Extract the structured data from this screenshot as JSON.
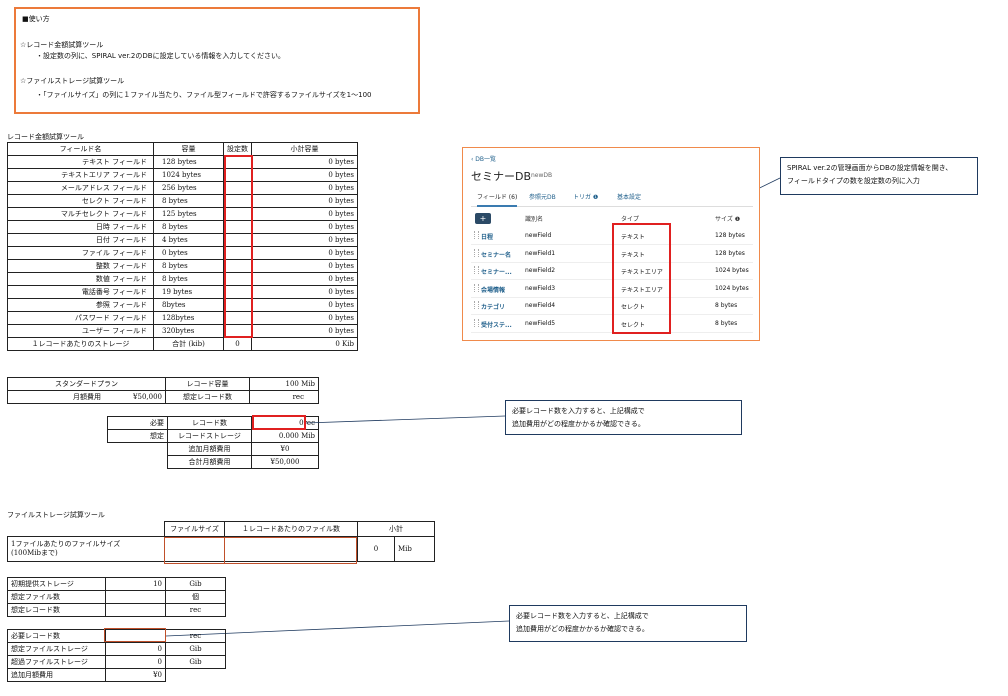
{
  "howto": {
    "heading": "■使い方",
    "rec_title": "☆レコード金額試算ツール",
    "rec_desc": "・設定数の列に、SPIRAL ver.2のDBに設定している情報を入力してください。",
    "file_title": "☆ファイルストレージ試算ツール",
    "file_desc": "・「ファイルサイズ」の列に１ファイル当たり、ファイル型フィールドで許容するファイルサイズを1～100"
  },
  "record_tool": {
    "title": "レコード金額試算ツール",
    "headers": [
      "フィールド名",
      "容量",
      "設定数",
      "小計容量"
    ],
    "rows": [
      {
        "name": "テキスト フィールド",
        "size": "128 bytes",
        "subtotal": "0 bytes"
      },
      {
        "name": "テキストエリア フィールド",
        "size": "1024 bytes",
        "subtotal": "0 bytes"
      },
      {
        "name": "メールアドレス フィールド",
        "size": "256 bytes",
        "subtotal": "0 bytes"
      },
      {
        "name": "セレクト フィールド",
        "size": "8 bytes",
        "subtotal": "0 bytes"
      },
      {
        "name": "マルチセレクト フィールド",
        "size": "125 bytes",
        "subtotal": "0 bytes"
      },
      {
        "name": "日時 フィールド",
        "size": "8 bytes",
        "subtotal": "0 bytes"
      },
      {
        "name": "日付 フィールド",
        "size": "4 bytes",
        "subtotal": "0 bytes"
      },
      {
        "name": "ファイル フィールド",
        "size": "0 bytes",
        "subtotal": "0 bytes"
      },
      {
        "name": "整数 フィールド",
        "size": "8 bytes",
        "subtotal": "0 bytes"
      },
      {
        "name": "数値 フィールド",
        "size": "8 bytes",
        "subtotal": "0 bytes"
      },
      {
        "name": "電話番号 フィールド",
        "size": "19 bytes",
        "subtotal": "0 bytes"
      },
      {
        "name": "参照 フィールド",
        "size": "8bytes",
        "subtotal": "0 bytes"
      },
      {
        "name": "パスワード フィールド",
        "size": "128bytes",
        "subtotal": "0 bytes"
      },
      {
        "name": "ユーザー フィールド",
        "size": "320bytes",
        "subtotal": "0 bytes"
      }
    ],
    "footer": {
      "label": "１レコードあたりのストレージ",
      "total_label": "合計 (kib)",
      "count": "0",
      "total": "0 Kib"
    }
  },
  "plan": {
    "name": "スタンダードプラン",
    "capacity_label": "レコード容量",
    "capacity_value": "100",
    "capacity_unit": "Mib",
    "monthly_label": "月額費用",
    "monthly_value": "¥50,000",
    "est_records_label": "想定レコード数",
    "est_records_unit": "rec"
  },
  "need": {
    "need_label": "必要",
    "est_label": "想定",
    "records_label": "レコード数",
    "records_value": "0",
    "records_unit": "rec",
    "storage_label": "レコードストレージ",
    "storage_value": "0.000",
    "storage_unit": "Mib",
    "extra_label": "追加月額費用",
    "extra_value": "¥0",
    "total_label": "合計月額費用",
    "total_value": "¥50,000"
  },
  "callout1": {
    "line1": "必要レコード数を入力すると、上記構成で",
    "line2": "追加費用がどの程度かかるか確認できる。"
  },
  "callout2": {
    "line1": "SPIRAL ver.2の管理画面からDBの設定情報を開き、",
    "line2": "フィールドタイプの数を設定数の列に入力"
  },
  "callout3": {
    "line1": "必要レコード数を入力すると、上記構成で",
    "line2": "追加費用がどの程度かかるか確認できる。"
  },
  "db_panel": {
    "back": "‹ DB一覧",
    "title": "セミナーDB",
    "subtitle": "newDB",
    "tabs": [
      "フィールド (6)",
      "参照元DB",
      "トリガ ❶",
      "基本設定"
    ],
    "add": "+",
    "col_id": "識別名",
    "col_type": "タイプ",
    "col_size": "サイズ ❶",
    "rows": [
      {
        "name": "日程",
        "id": "newField",
        "type": "テキスト",
        "size": "128 bytes"
      },
      {
        "name": "セミナー名",
        "id": "newField1",
        "type": "テキスト",
        "size": "128 bytes"
      },
      {
        "name": "セミナー...",
        "id": "newField2",
        "type": "テキストエリア",
        "size": "1024 bytes"
      },
      {
        "name": "会場情報",
        "id": "newField3",
        "type": "テキストエリア",
        "size": "1024 bytes"
      },
      {
        "name": "カテゴリ",
        "id": "newField4",
        "type": "セレクト",
        "size": "8 bytes"
      },
      {
        "name": "受付ステ...",
        "id": "newField5",
        "type": "セレクト",
        "size": "8 bytes"
      }
    ]
  },
  "file_tool": {
    "title": "ファイルストレージ試算ツール",
    "col_size": "ファイルサイズ",
    "col_count": "１レコードあたりのファイル数",
    "col_subtotal": "小計",
    "row_label1": "1ファイルあたりのファイルサイズ",
    "row_label2": "(100Mibまで)",
    "subtotal_value": "0",
    "subtotal_unit": "Mib",
    "initial_label": "初期提供ストレージ",
    "initial_value": "10",
    "initial_unit": "Gib",
    "est_files_label": "想定ファイル数",
    "est_files_unit": "個",
    "est_records_label": "想定レコード数",
    "est_records_unit": "rec",
    "need_label": "必要レコード数",
    "need_unit": "rec",
    "est_storage_label": "想定ファイルストレージ",
    "est_storage_value": "0",
    "est_storage_unit": "Gib",
    "over_label": "超過ファイルストレージ",
    "over_value": "0",
    "over_unit": "Gib",
    "extra_label": "追加月額費用",
    "extra_value": "¥0"
  }
}
